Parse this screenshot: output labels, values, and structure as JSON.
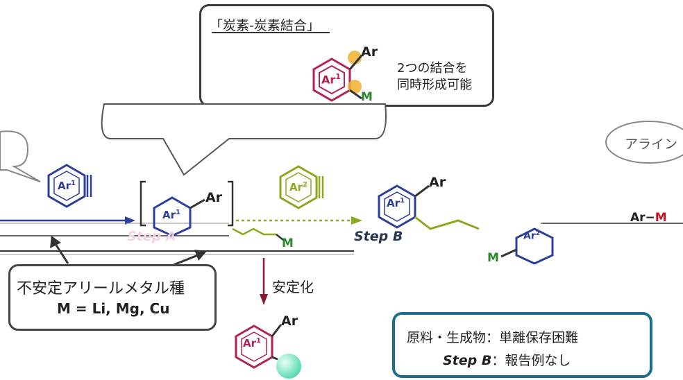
{
  "top_bubble": {
    "heading": "「炭素-炭素結合」",
    "ar_label": "Ar",
    "ring_label": "Ar",
    "ring_sup": "1",
    "m_label": "M",
    "note_line1": "2つの結合を",
    "note_line2": "同時形成可能"
  },
  "right_bubble": {
    "text": "アライン"
  },
  "reagents": {
    "ar1_ring": "Ar",
    "ar1_sup": "1",
    "ar2_ring": "Ar",
    "ar2_sup": "2"
  },
  "intermediate": {
    "ring": "Ar",
    "ring_sup": "1",
    "ar_label": "Ar",
    "m_label": "M"
  },
  "steps": {
    "step_a": "Step A",
    "step_b": "Step B"
  },
  "product_b": {
    "ring": "Ar",
    "ring_sup": "1",
    "ar_label": "Ar",
    "ring2": "Ar",
    "ring2_sup": "2",
    "m_label": "M"
  },
  "reagent_right": {
    "ar": "Ar",
    "dash": "−",
    "m": "M"
  },
  "stabilization": {
    "label": "安定化",
    "ring": "Ar",
    "ring_sup": "1",
    "ar_label": "Ar"
  },
  "unstable_box": {
    "line1": "不安定アリールメタル種",
    "line2": "M = Li, Mg, Cu"
  },
  "teal_box": {
    "line1": "原料・生成物：単離保存困難",
    "line2_em": "Step B",
    "line2_rest": "：報告例なし"
  },
  "colors": {
    "ar1": "#b22255",
    "blue": "#2b3e9a",
    "ar2": "#8aaa1e",
    "metal_green": "#2a8a2a",
    "metal_red": "#cc1122",
    "arrow_dark_red": "#8a1a30",
    "highlight": "#f0b030",
    "teal": "#1a6f8a",
    "sphere": "#7ee8c8"
  }
}
